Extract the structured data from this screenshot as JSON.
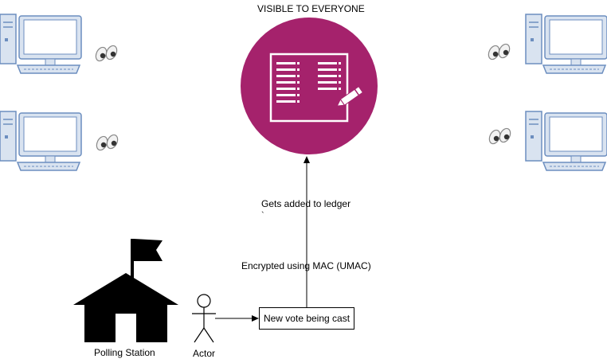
{
  "title": "VISIBLE TO EVERYONE",
  "labels": {
    "ledger": "Gets added to ledger",
    "tick": "`",
    "encrypted": "Encrypted using MAC (UMAC)",
    "vote_box": "New vote being cast",
    "polling_station": "Polling Station",
    "actor": "Actor"
  },
  "icons": {
    "computer": "computer-icon",
    "eyes": "eyes-icon",
    "ledger": "ledger-icon",
    "building": "polling-station-icon",
    "actor": "actor-icon"
  },
  "colors": {
    "ledger_circle": "#a5226c",
    "monitor_fill": "#d9e3f0",
    "monitor_stroke": "#6c8ebf",
    "line": "#000000"
  }
}
